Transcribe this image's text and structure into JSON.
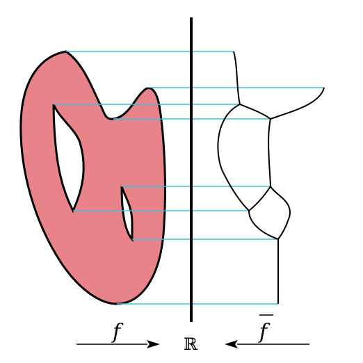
{
  "labels": {
    "f": "f",
    "f_bar": "f",
    "reals": "ℝ"
  },
  "colors": {
    "surface_fill": "#e8838a",
    "outline": "#000000",
    "level_lines": "#33c3e6",
    "background": "#ffffff"
  }
}
